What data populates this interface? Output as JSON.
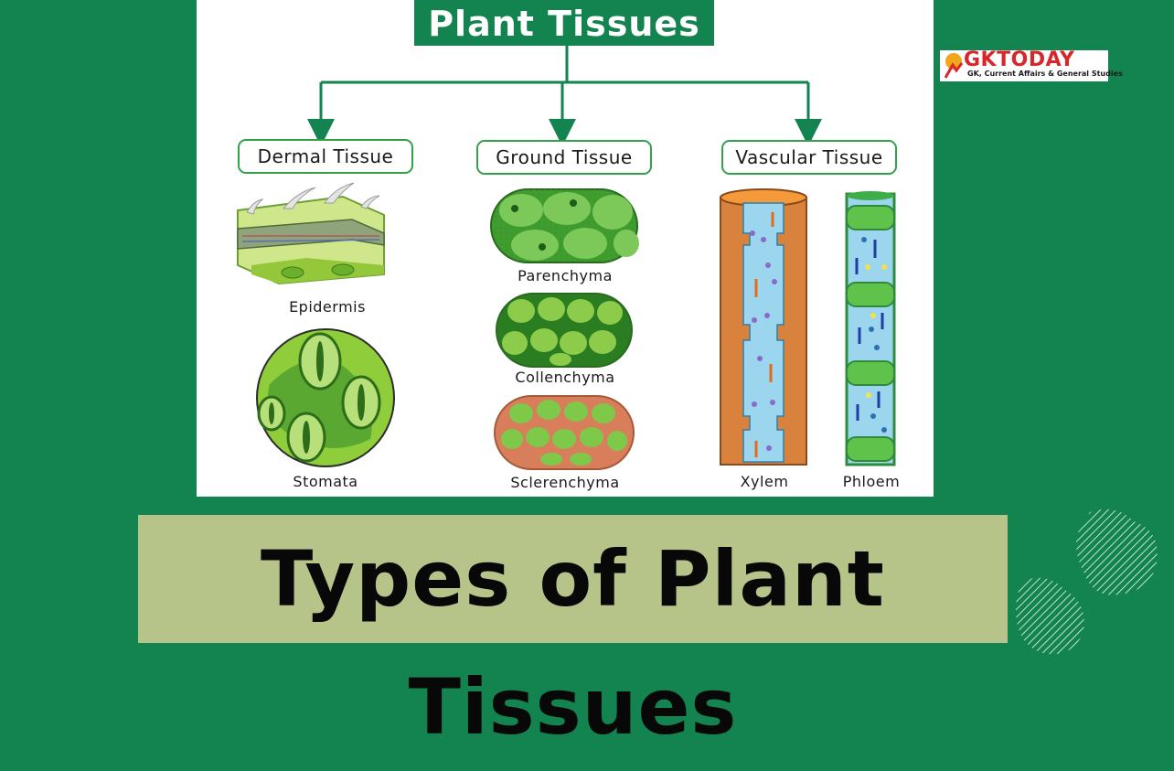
{
  "diagram": {
    "title": "Plant Tissues",
    "categories": [
      {
        "label": "Dermal Tissue",
        "items": [
          "Epidermis",
          "Stomata"
        ]
      },
      {
        "label": "Ground Tissue",
        "items": [
          "Parenchyma",
          "Collenchyma",
          "Sclerenchyma"
        ]
      },
      {
        "label": "Vascular Tissue",
        "items": [
          "Xylem",
          "Phloem"
        ]
      }
    ]
  },
  "logo": {
    "word": "GKTODAY",
    "tagline": "GK, Current Affairs & General Studies"
  },
  "banner": {
    "text": "Types of Plant Tissues"
  },
  "colors": {
    "background": "#13834f",
    "banner": "#b6c48a",
    "accent_green": "#34a04d",
    "logo_red": "#d8262a"
  }
}
